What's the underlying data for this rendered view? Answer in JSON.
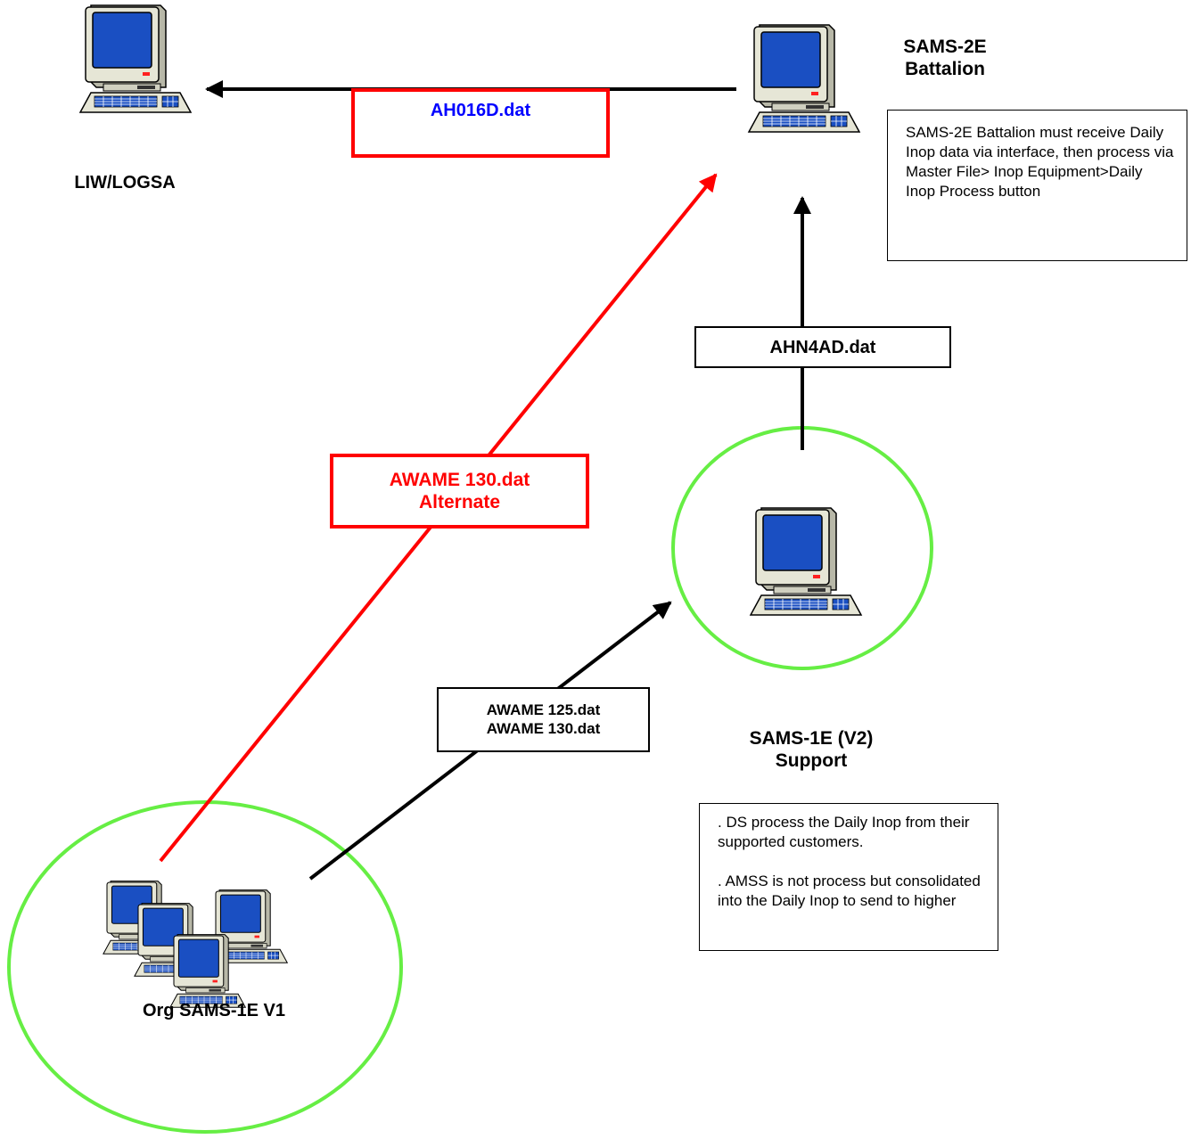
{
  "nodes": {
    "liw": {
      "label": "LIW/LOGSA"
    },
    "sams2e": {
      "line1": "SAMS-2E",
      "line2": "Battalion"
    },
    "sams1e_v2": {
      "line1": "SAMS-1E (V2)",
      "line2": "Support"
    },
    "org": {
      "label": "Org SAMS-1E V1"
    }
  },
  "files": {
    "ah016d": "AH016D.dat",
    "ahn4ad": "AHN4AD.dat",
    "awame_alt_line1": "AWAME 130.dat",
    "awame_alt_line2": "Alternate",
    "awame125": "AWAME 125.dat",
    "awame130": "AWAME 130.dat"
  },
  "notes": {
    "battalion": "SAMS-2E Battalion must receive Daily Inop data via interface, then process via Master File> Inop Equipment>Daily Inop Process button",
    "support_p1": ".  DS process the Daily Inop from their supported customers.",
    "support_p2": ".  AMSS is not process but consolidated into the Daily Inop to send to higher"
  },
  "colors": {
    "primary_path": "#000000",
    "alternate_path": "#ff0000",
    "ah016d_text": "#0000ff",
    "node_circle": "#66ee44",
    "monitor_screen": "#1a4fc2"
  }
}
